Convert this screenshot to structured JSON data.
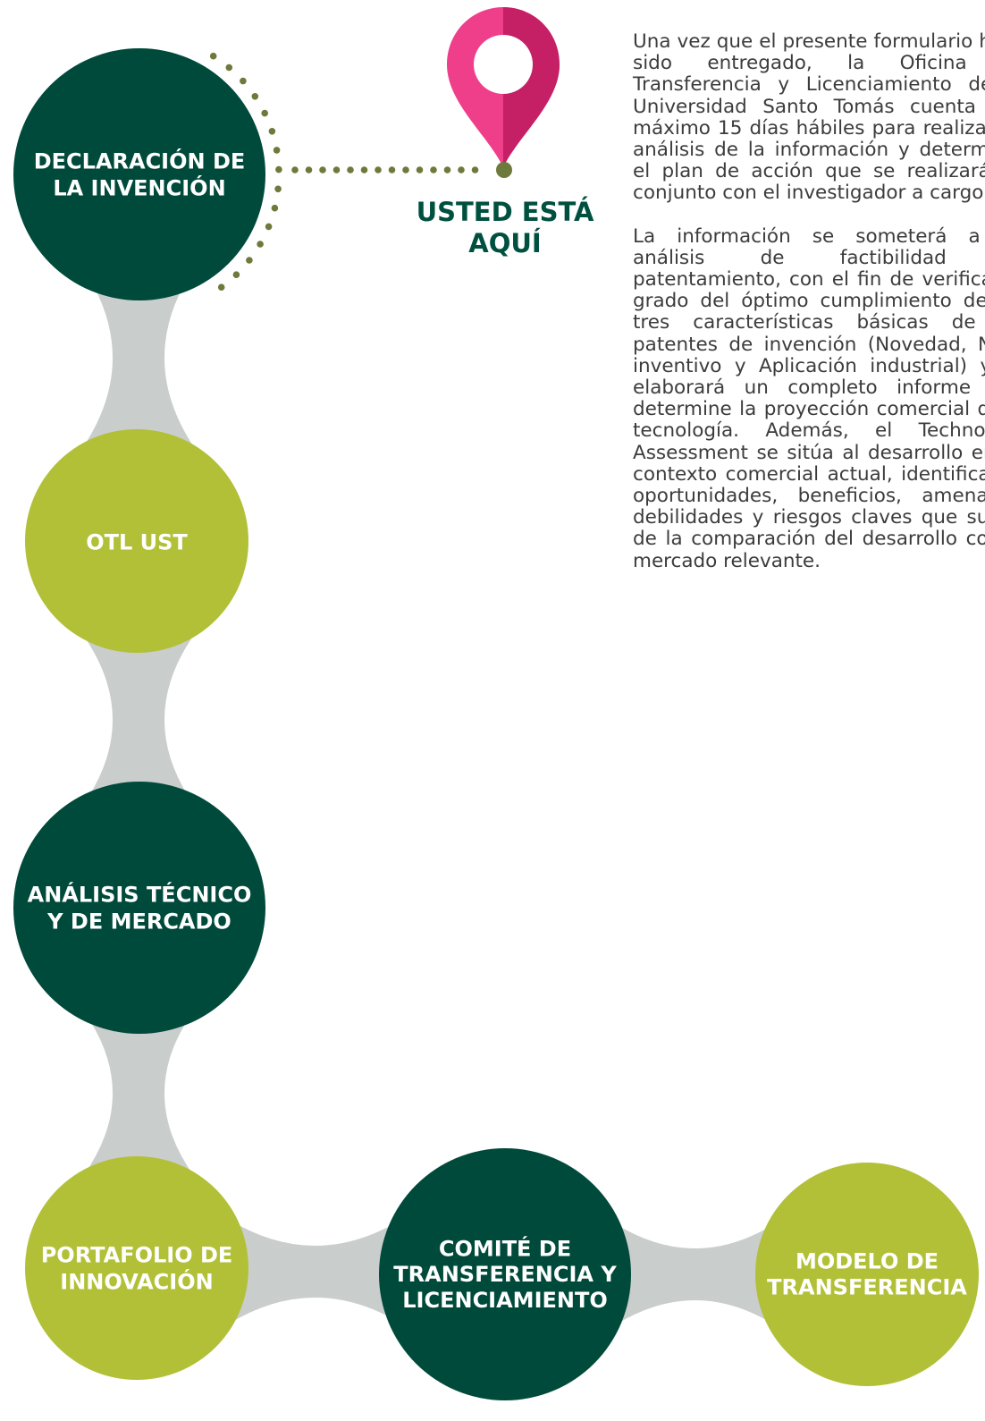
{
  "colors": {
    "dark_green": "#004a3b",
    "lime_green": "#b2c038",
    "connector_gray": "#c9cdcc",
    "dot_olive": "#6e7a3b",
    "pin_pink": "#ef3f8a",
    "pin_dark_pink": "#c51f66",
    "here_text": "#005040"
  },
  "steps": [
    {
      "id": "declaracion",
      "lines": [
        "DECLARACIÓN DE",
        "LA INVENCIÓN"
      ],
      "color": "dark_green",
      "current": true
    },
    {
      "id": "otl",
      "lines": [
        "OTL UST"
      ],
      "color": "lime_green",
      "current": false
    },
    {
      "id": "analisis",
      "lines": [
        "ANÁLISIS TÉCNICO",
        "Y DE MERCADO"
      ],
      "color": "dark_green",
      "current": false
    },
    {
      "id": "portafolio",
      "lines": [
        "PORTAFOLIO DE",
        "INNOVACIÓN"
      ],
      "color": "lime_green",
      "current": false
    },
    {
      "id": "comite",
      "lines": [
        "COMITÉ DE",
        "TRANSFERENCIA Y",
        "LICENCIAMIENTO"
      ],
      "color": "dark_green",
      "current": false
    },
    {
      "id": "modelo",
      "lines": [
        "MODELO DE",
        "TRANSFERENCIA"
      ],
      "color": "lime_green",
      "current": false
    }
  ],
  "marker": {
    "icon": "map-pin-icon",
    "lines": [
      "USTED ESTÁ",
      "AQUÍ"
    ]
  },
  "description": {
    "paragraphs": [
      "Una vez que el presente formulario haya sido entregado, la Oficina de Transferencia y Licenciamiento de la Universidad Santo Tomás cuenta con máximo 15 días hábiles para realizar un análisis de la información y determinar el plan de acción que se realizará en conjunto con el investigador a cargo.",
      "La información se someterá a un análisis de factibilidad de patentamiento, con el fin de verificar el grado del óptimo cumplimiento de las tres características básicas de las patentes de invención (Novedad, Nivel inventivo y Aplicación industrial) y se elaborará un completo informe que determine la proyección comercial de la tecnología. Además, el Technology Assessment se sitúa al desarrollo en su contexto comercial actual, identificando oportunidades, beneficios, amenazas, debilidades y riesgos claves que surjan de la comparación del desarrollo con el mercado relevante."
    ]
  }
}
